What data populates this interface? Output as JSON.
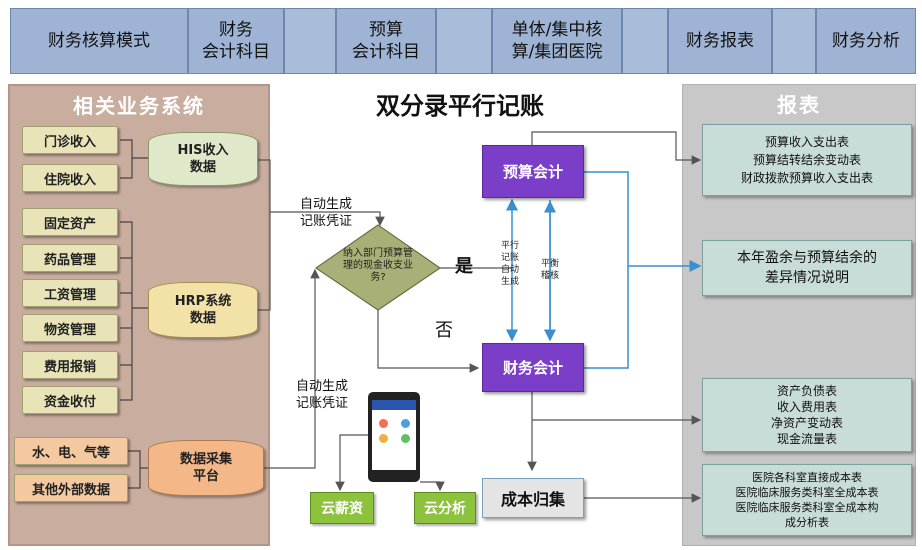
{
  "topbar": [
    {
      "label": "财务核算模式"
    },
    {
      "label": "财务\n会计科目"
    },
    {
      "label": ""
    },
    {
      "label": "预算\n会计科目"
    },
    {
      "label": ""
    },
    {
      "label": "单体/集中核\n算/集团医院"
    },
    {
      "label": ""
    },
    {
      "label": "财务报表"
    },
    {
      "label": ""
    },
    {
      "label": "财务分析"
    }
  ],
  "title": "双分录平行记账",
  "left_panel": {
    "title": "相关业务系统",
    "group1": [
      "门诊收入",
      "住院收入"
    ],
    "group1_db": "HIS收入\n数据",
    "group2": [
      "固定资产",
      "药品管理",
      "工资管理",
      "物资管理",
      "费用报销",
      "资金收付"
    ],
    "group2_db": "HRP系统\n数据",
    "group3": [
      "水、电、气等",
      "其他外部数据"
    ],
    "group3_db": "数据采集\n平台"
  },
  "center": {
    "auto_voucher_1": "自动生成\n记账凭证",
    "auto_voucher_2": "自动生成\n记账凭证",
    "decision": "纳入部门预算管\n理的现金收支业\n务?",
    "yes": "是",
    "no": "否",
    "budget_acct": "预算会计",
    "fin_acct": "财务会计",
    "parallel": "平行\n记账\n自动\n生成",
    "balance": "平衡\n稽核",
    "cost": "成本归集",
    "cloud_salary": "云薪资",
    "cloud_analysis": "云分析"
  },
  "right_panel": {
    "title": "报表",
    "box1": "预算收入支出表\n预算结转结余变动表\n财政拨款预算收入支出表",
    "box2": "本年盈余与预算结余的\n差异情况说明",
    "box3": "资产负债表\n收入费用表\n净资产变动表\n现金流量表",
    "box4": "医院各科室直接成本表\n医院临床服务类科室全成本表\n医院临床服务类科室全成本构\n成分析表"
  },
  "colors": {
    "topbar": "#9fb4d4",
    "purple": "#7b3ec9",
    "green": "#8cc23c",
    "left_panel": "#c9ad9f",
    "right_panel": "#c8c8c8",
    "arrow": "#3a8fd0"
  }
}
